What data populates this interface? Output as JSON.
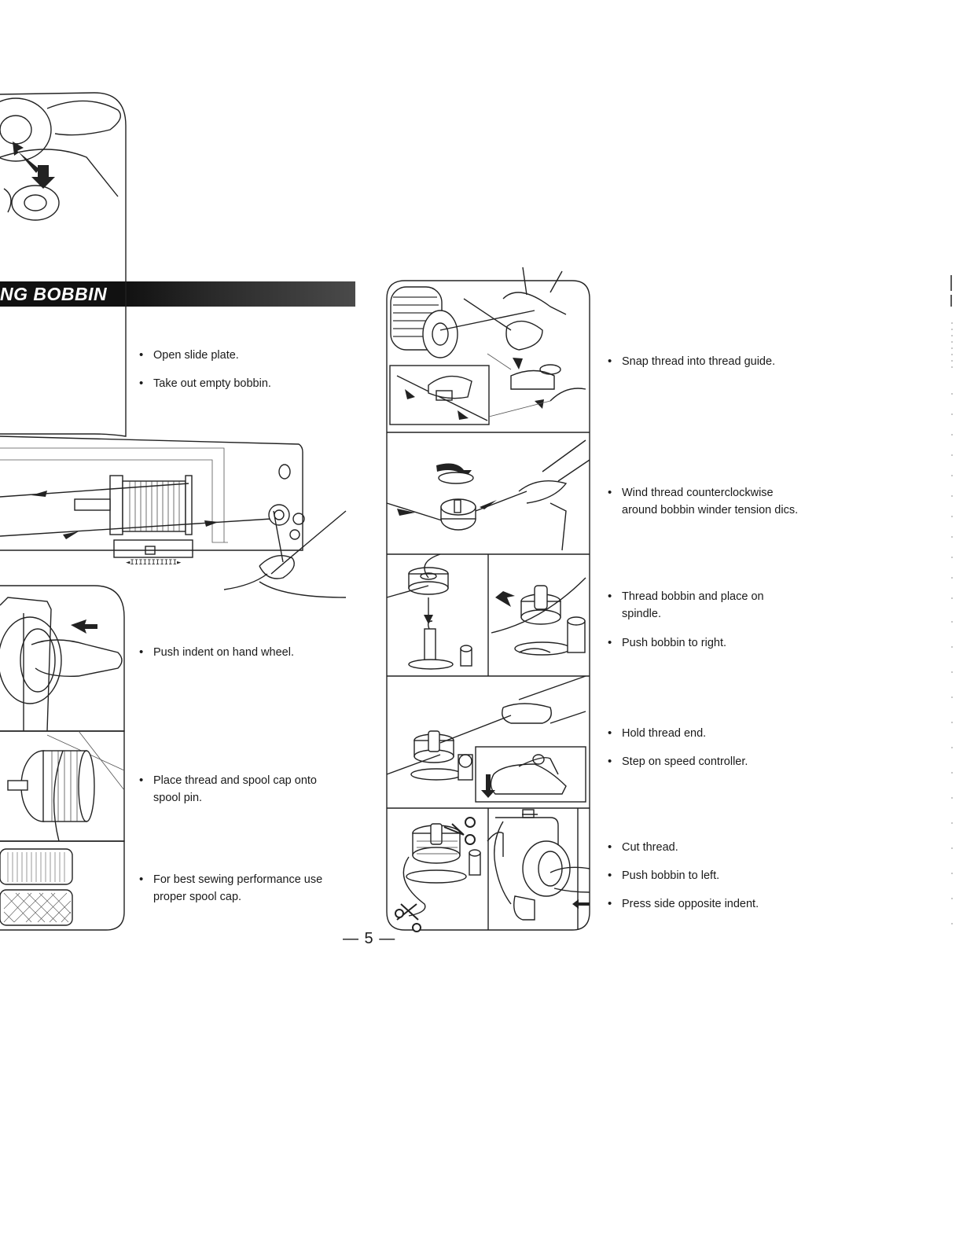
{
  "header": {
    "title": "NG BOBBIN"
  },
  "left_column": {
    "steps": [
      {
        "lines": [
          "Open slide plate."
        ]
      },
      {
        "lines": [
          "Take out empty bobbin."
        ]
      },
      {
        "lines": [
          "Push indent on hand wheel."
        ]
      },
      {
        "lines": [
          "Place thread and spool cap onto",
          "spool pin."
        ]
      },
      {
        "lines": [
          "For best sewing performance use",
          "proper spool cap."
        ]
      }
    ]
  },
  "right_column": {
    "steps": [
      {
        "lines": [
          "Snap thread into thread guide."
        ]
      },
      {
        "lines": [
          "Wind thread counterclockwise",
          "around bobbin winder tension dics."
        ]
      },
      {
        "lines": [
          "Thread bobbin and place on",
          "spindle."
        ]
      },
      {
        "lines": [
          "Push bobbin to right."
        ]
      },
      {
        "lines": [
          "Hold thread end."
        ]
      },
      {
        "lines": [
          "Step on speed controller."
        ]
      },
      {
        "lines": [
          "Cut thread."
        ]
      },
      {
        "lines": [
          "Push bobbin to left."
        ]
      },
      {
        "lines": [
          "Press side opposite indent."
        ]
      }
    ]
  },
  "footer": {
    "page_number": "— 5 —"
  },
  "illustrations": {
    "icons": [
      "bobbin-removal-illustration",
      "spool-threading-illustration",
      "hand-wheel-illustration",
      "spool-cap-illustration",
      "spool-types-illustration",
      "thread-guide-illustration",
      "tension-disc-illustration",
      "bobbin-spindle-illustration",
      "speed-controller-illustration",
      "cut-thread-illustration"
    ]
  }
}
